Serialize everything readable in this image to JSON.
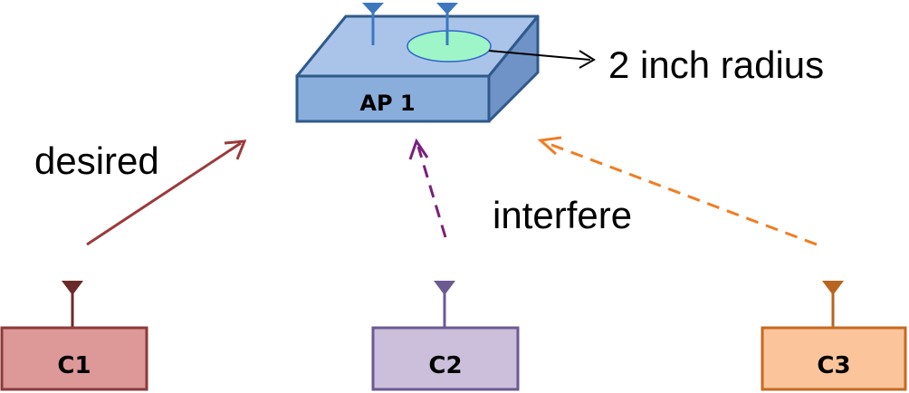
{
  "access_point": {
    "label": "AP 1",
    "colors": {
      "top": "#a9c4e8",
      "front": "#8aaedc",
      "side": "#6f93c6",
      "stroke": "#2f5a8a",
      "antenna": "#3b78c0",
      "hotspot_fill": "#9ef5c7",
      "hotspot_stroke": "#2f64c8"
    }
  },
  "annotations": {
    "radius_label": "2 inch radius",
    "desired_label": "desired",
    "interfere_label": "interfere"
  },
  "clients": [
    {
      "id": "c1",
      "label": "C1",
      "fill": "#dd9898",
      "stroke": "#8c3a3a",
      "antenna": "#6b2a2a"
    },
    {
      "id": "c2",
      "label": "C2",
      "fill": "#cbbfdb",
      "stroke": "#6b5a92",
      "antenna": "#6b5a92"
    },
    {
      "id": "c3",
      "label": "C3",
      "fill": "#fbc49b",
      "stroke": "#c56a22",
      "antenna": "#b8651f"
    }
  ],
  "links": {
    "desired_color": "#9b3a3a",
    "interfere_c2_color": "#7b1f7b",
    "interfere_c3_color": "#f07d22"
  }
}
